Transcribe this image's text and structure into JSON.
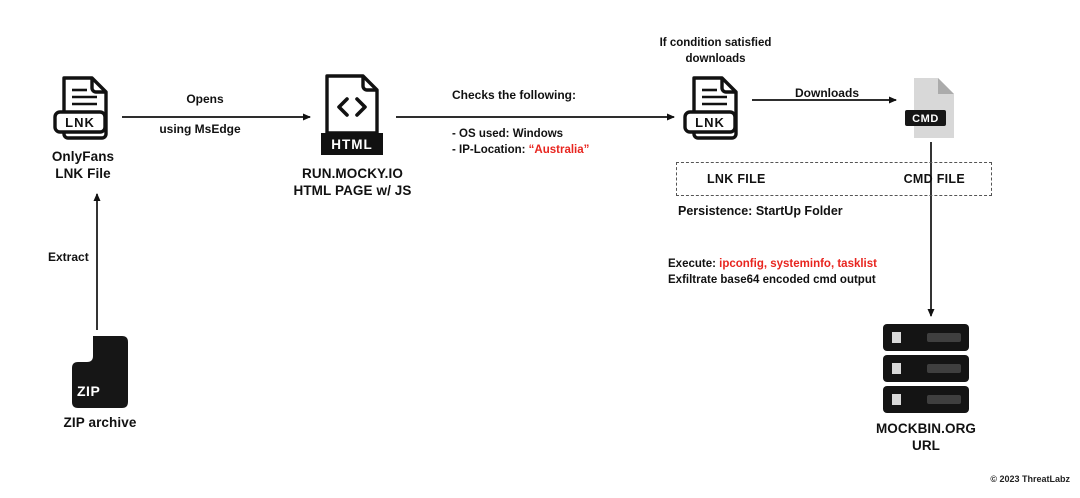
{
  "colors": {
    "highlight_red": "#e8251f",
    "ink": "#111111",
    "cmd_doc_gray": "#d8d8d8",
    "server_black": "#141414"
  },
  "nodes": {
    "onlyfans_lnk": {
      "label_line1": "OnlyFans",
      "label_line2": "LNK File",
      "icon_text": "LNK"
    },
    "html_page": {
      "label_line1": "RUN.MOCKY.IO",
      "label_line2": "HTML PAGE w/ JS",
      "icon_text": "HTML"
    },
    "lnk_dropped": {
      "icon_text": "LNK",
      "note_line1": "If condition satisfied",
      "note_line2": "downloads"
    },
    "cmd_file": {
      "icon_text": "CMD"
    },
    "zip_archive": {
      "label": "ZIP archive",
      "icon_text": "ZIP"
    },
    "mockbin": {
      "label_line1": "MOCKBIN.ORG",
      "label_line2": "URL"
    }
  },
  "edges": {
    "opens": {
      "label_top": "Opens",
      "label_bottom": "using MsEdge"
    },
    "checks": {
      "label": "Checks the following:",
      "detail1": "- OS used: Windows",
      "detail2_prefix": "- IP-Location: ",
      "detail2_highlight": "“Australia”"
    },
    "downloads": {
      "label": "Downloads"
    },
    "extract": {
      "label": "Extract"
    }
  },
  "payload_box": {
    "left": "LNK FILE",
    "right": "CMD FILE"
  },
  "persistence": "Persistence: StartUp Folder",
  "execution": {
    "line1_prefix": "Execute: ",
    "line1_highlight": "ipconfig, systeminfo, tasklist",
    "line2": "Exfiltrate base64 encoded cmd output"
  },
  "footer": {
    "copyright": "© 2023 ThreatLabz"
  }
}
